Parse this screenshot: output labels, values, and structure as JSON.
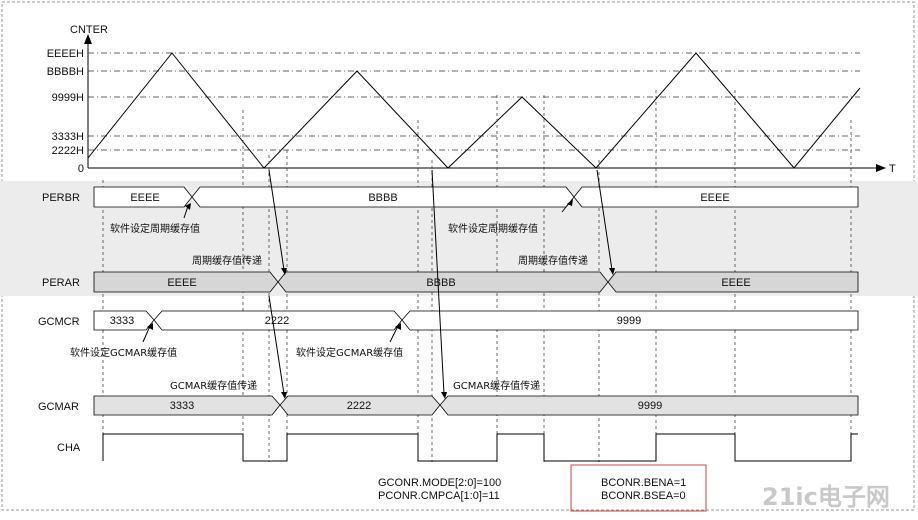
{
  "axis": {
    "y_title": "CNTER",
    "x_title": "T",
    "ticks": [
      "EEEEH",
      "BBBBH",
      "9999H",
      "3333H",
      "2222H",
      "0"
    ]
  },
  "signals": {
    "perbr": {
      "name": "PERBR",
      "values": [
        "EEEE",
        "BBBB",
        "EEEE"
      ]
    },
    "perar": {
      "name": "PERAR",
      "values": [
        "EEEE",
        "BBBB",
        "EEEE"
      ]
    },
    "gcmcr": {
      "name": "GCMCR",
      "values": [
        "3333",
        "2222",
        "9999"
      ]
    },
    "gcmar": {
      "name": "GCMAR",
      "values": [
        "3333",
        "2222",
        "9999"
      ]
    },
    "cha": {
      "name": "CHA"
    }
  },
  "annotations": {
    "sw_set_period_1": "软件设定周期缓存值",
    "sw_set_period_2": "软件设定周期缓存值",
    "period_transfer_1": "周期缓存值传递",
    "period_transfer_2": "周期缓存值传递",
    "sw_set_gcmar_1": "软件设定GCMAR缓存值",
    "sw_set_gcmar_2": "软件设定GCMAR缓存值",
    "gcmar_transfer_1": "GCMAR缓存值传递",
    "gcmar_transfer_2": "GCMAR缓存值传递"
  },
  "config": {
    "gconr_mode": "GCONR.MODE[2:0]=100",
    "pconr_cmpca": "PCONR.CMPCA[1:0]=11",
    "bconr_bena": "BCONR.BENA=1",
    "bconr_bsea": "BCONR.BSEA=0"
  },
  "watermark": "21ic电子网",
  "colors": {
    "band": "#ececec",
    "bus_fill": "#d6d6d6",
    "highlight_box": "#d04040"
  }
}
